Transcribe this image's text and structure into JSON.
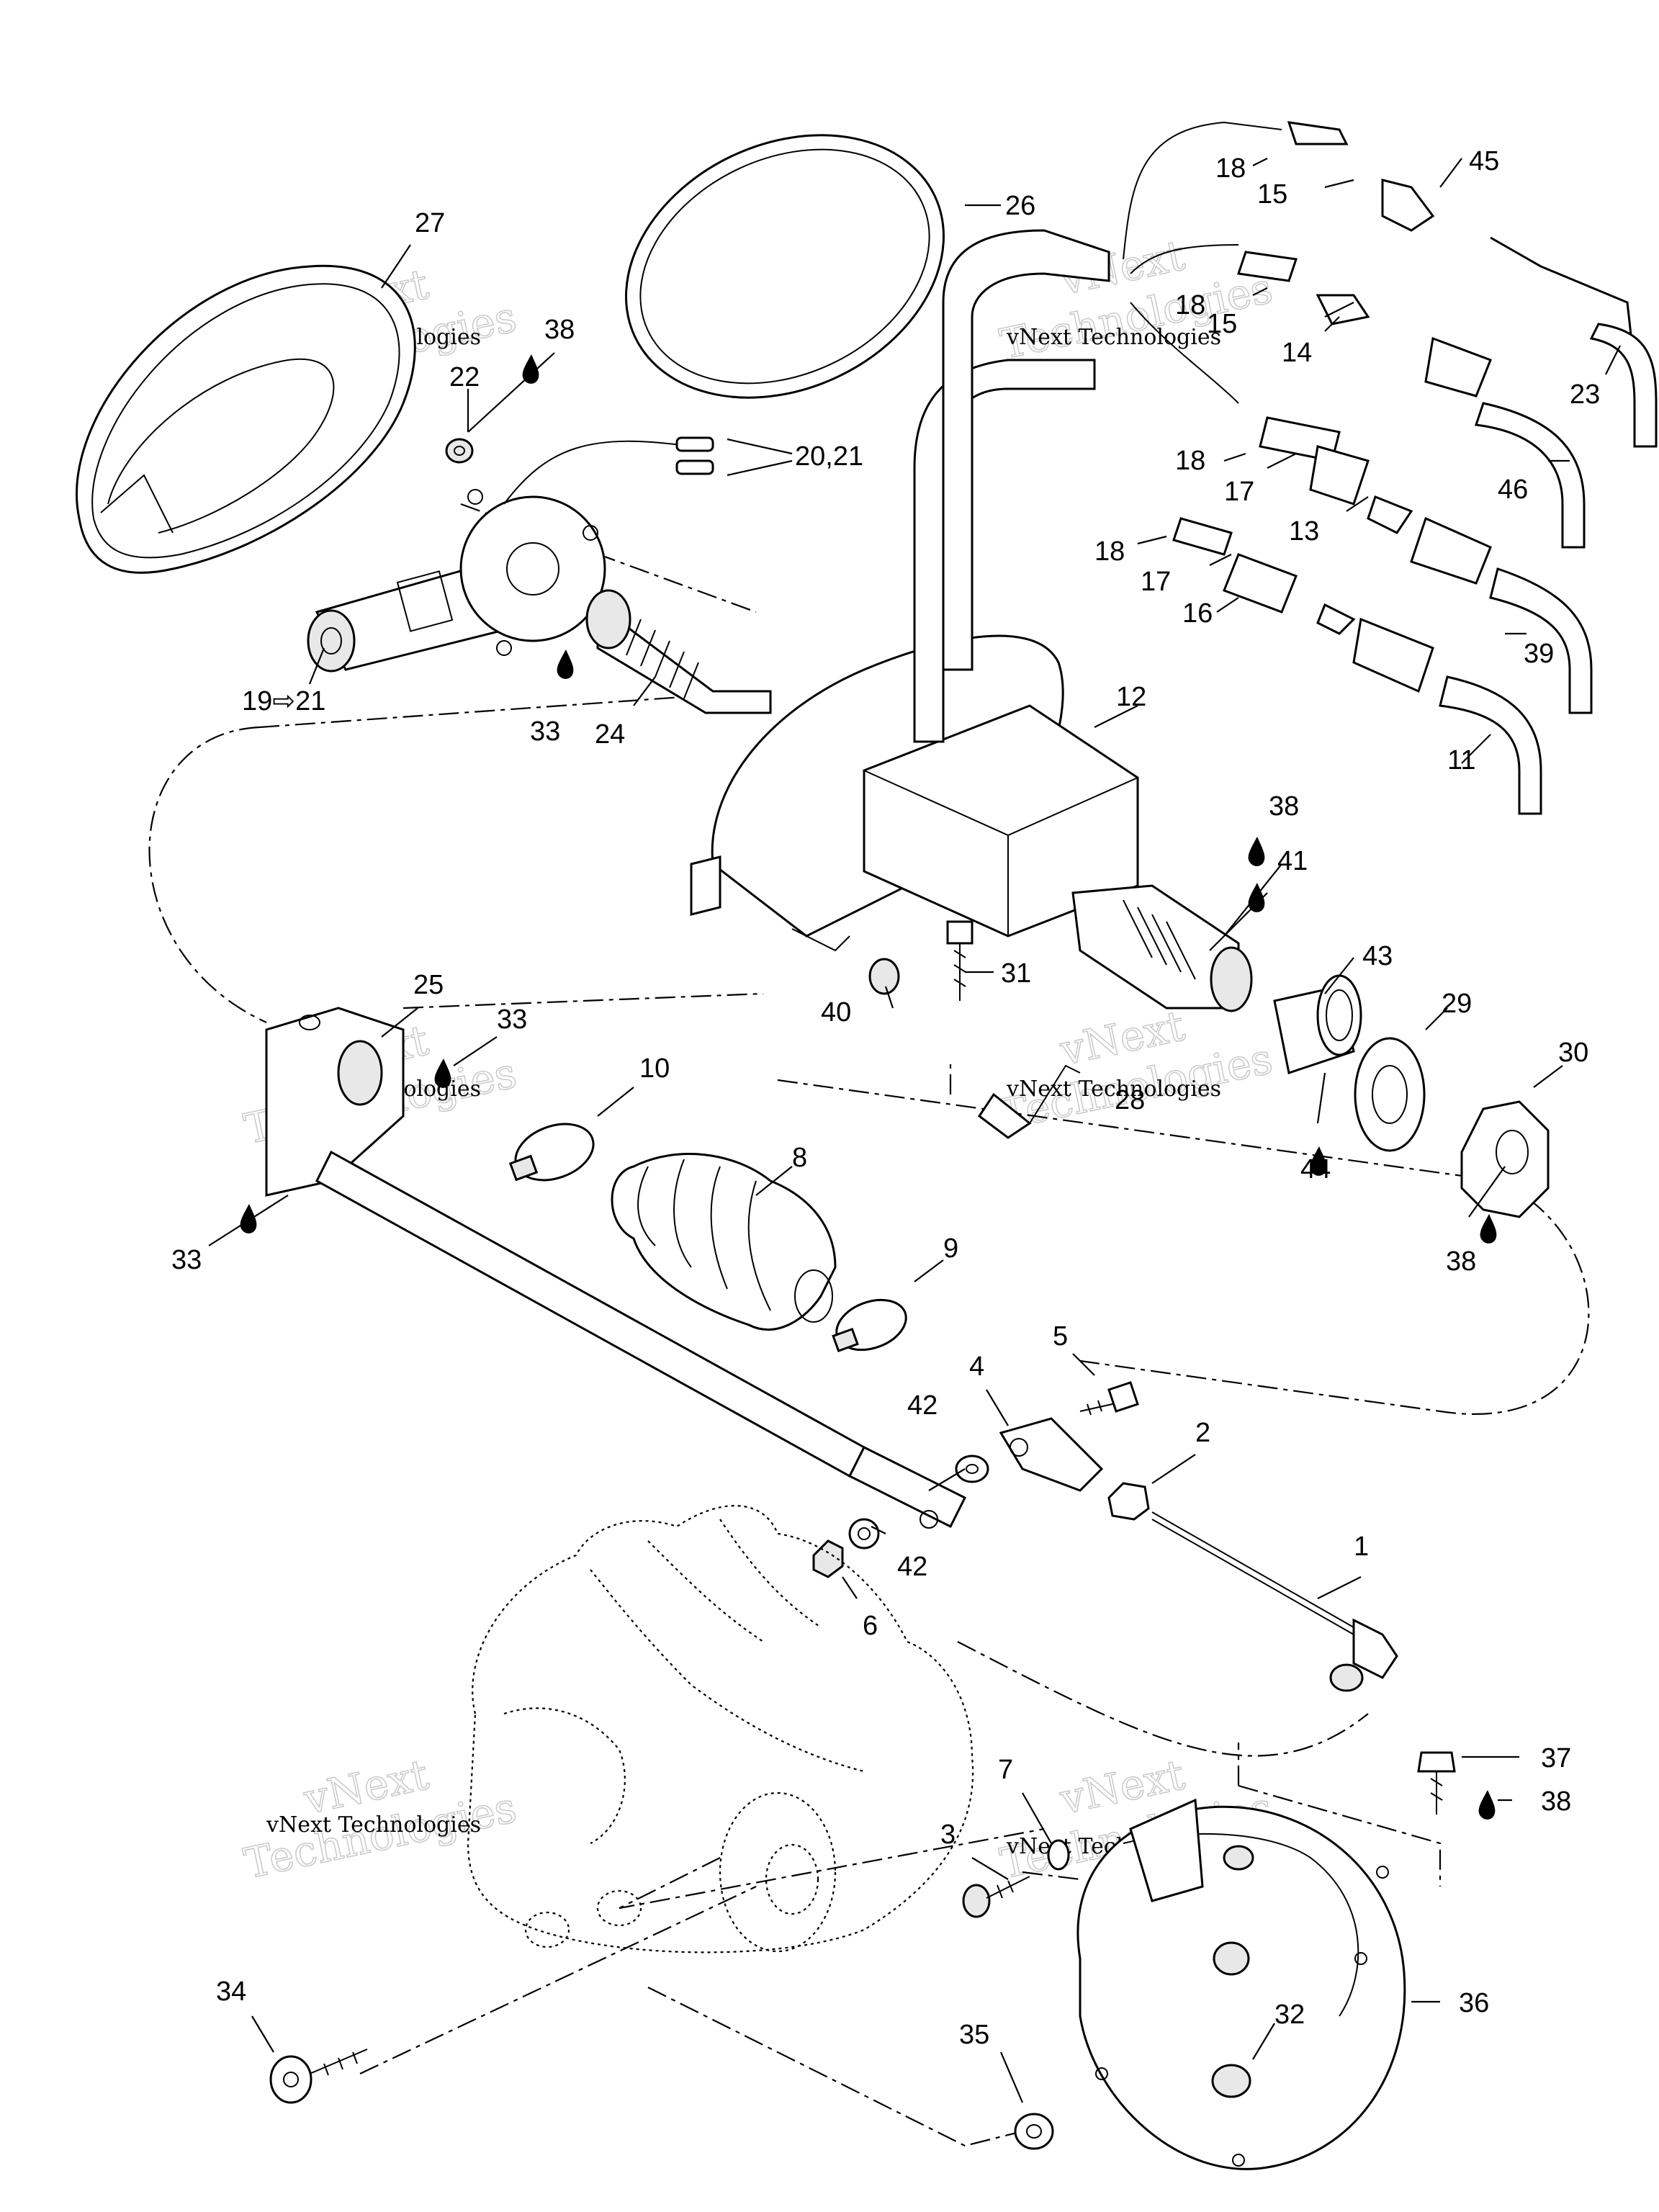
{
  "watermark": {
    "line1": "vNext",
    "line2": "Technologies",
    "inline": "vNext Technologies"
  },
  "callouts": [
    {
      "id": "c1",
      "text": "1"
    },
    {
      "id": "c2",
      "text": "2"
    },
    {
      "id": "c3",
      "text": "3"
    },
    {
      "id": "c4",
      "text": "4"
    },
    {
      "id": "c5",
      "text": "5"
    },
    {
      "id": "c6",
      "text": "6"
    },
    {
      "id": "c7",
      "text": "7"
    },
    {
      "id": "c8",
      "text": "8"
    },
    {
      "id": "c9",
      "text": "9"
    },
    {
      "id": "c10",
      "text": "10"
    },
    {
      "id": "c11",
      "text": "11"
    },
    {
      "id": "c12",
      "text": "12"
    },
    {
      "id": "c13",
      "text": "13"
    },
    {
      "id": "c14",
      "text": "14"
    },
    {
      "id": "c15a",
      "text": "15"
    },
    {
      "id": "c15b",
      "text": "15"
    },
    {
      "id": "c16",
      "text": "16"
    },
    {
      "id": "c17a",
      "text": "17"
    },
    {
      "id": "c17b",
      "text": "17"
    },
    {
      "id": "c18a",
      "text": "18"
    },
    {
      "id": "c18b",
      "text": "18"
    },
    {
      "id": "c18c",
      "text": "18"
    },
    {
      "id": "c18d",
      "text": "18"
    },
    {
      "id": "c1921",
      "text": "19⇨21"
    },
    {
      "id": "c2021",
      "text": "20,21"
    },
    {
      "id": "c22",
      "text": "22"
    },
    {
      "id": "c23",
      "text": "23"
    },
    {
      "id": "c24",
      "text": "24"
    },
    {
      "id": "c25",
      "text": "25"
    },
    {
      "id": "c26",
      "text": "26"
    },
    {
      "id": "c27",
      "text": "27"
    },
    {
      "id": "c28",
      "text": "28"
    },
    {
      "id": "c29",
      "text": "29"
    },
    {
      "id": "c30",
      "text": "30"
    },
    {
      "id": "c31",
      "text": "31"
    },
    {
      "id": "c32",
      "text": "32"
    },
    {
      "id": "c33a",
      "text": "33"
    },
    {
      "id": "c33b",
      "text": "33"
    },
    {
      "id": "c33c",
      "text": "33"
    },
    {
      "id": "c34",
      "text": "34"
    },
    {
      "id": "c35",
      "text": "35"
    },
    {
      "id": "c36",
      "text": "36"
    },
    {
      "id": "c37",
      "text": "37"
    },
    {
      "id": "c38a",
      "text": "38"
    },
    {
      "id": "c38b",
      "text": "38"
    },
    {
      "id": "c38c",
      "text": "38"
    },
    {
      "id": "c38d",
      "text": "38"
    },
    {
      "id": "c39",
      "text": "39"
    },
    {
      "id": "c40",
      "text": "40"
    },
    {
      "id": "c41",
      "text": "41"
    },
    {
      "id": "c42a",
      "text": "42"
    },
    {
      "id": "c42b",
      "text": "42"
    },
    {
      "id": "c43",
      "text": "43"
    },
    {
      "id": "c44",
      "text": "44"
    },
    {
      "id": "c45",
      "text": "45"
    },
    {
      "id": "c46",
      "text": "46"
    }
  ]
}
